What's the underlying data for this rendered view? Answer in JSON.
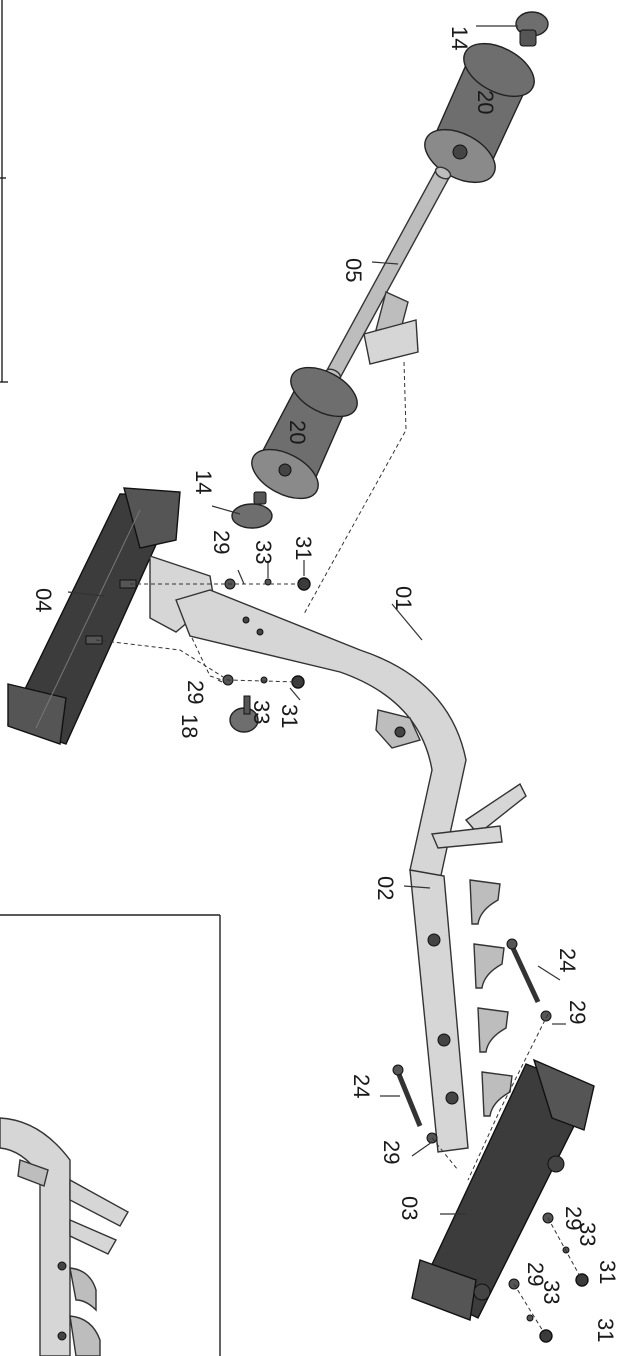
{
  "diagram": {
    "part_labels": {
      "p14_top": "14",
      "p20_top": "20",
      "p05": "05",
      "p20_mid": "20",
      "p14_mid": "14",
      "p29_a": "29",
      "p33_a": "33",
      "p31_a": "31",
      "p04": "04",
      "p01": "01",
      "p29_b": "29",
      "p33_b": "33",
      "p31_b": "31",
      "p18": "18",
      "p02": "02",
      "p24_a": "24",
      "p29_c": "29",
      "p24_b": "24",
      "p29_d": "29",
      "p03": "03",
      "p29_e": "29",
      "p33_e": "33",
      "p31_e": "31",
      "p29_f": "29",
      "p33_f": "33",
      "p31_f": "31"
    }
  }
}
